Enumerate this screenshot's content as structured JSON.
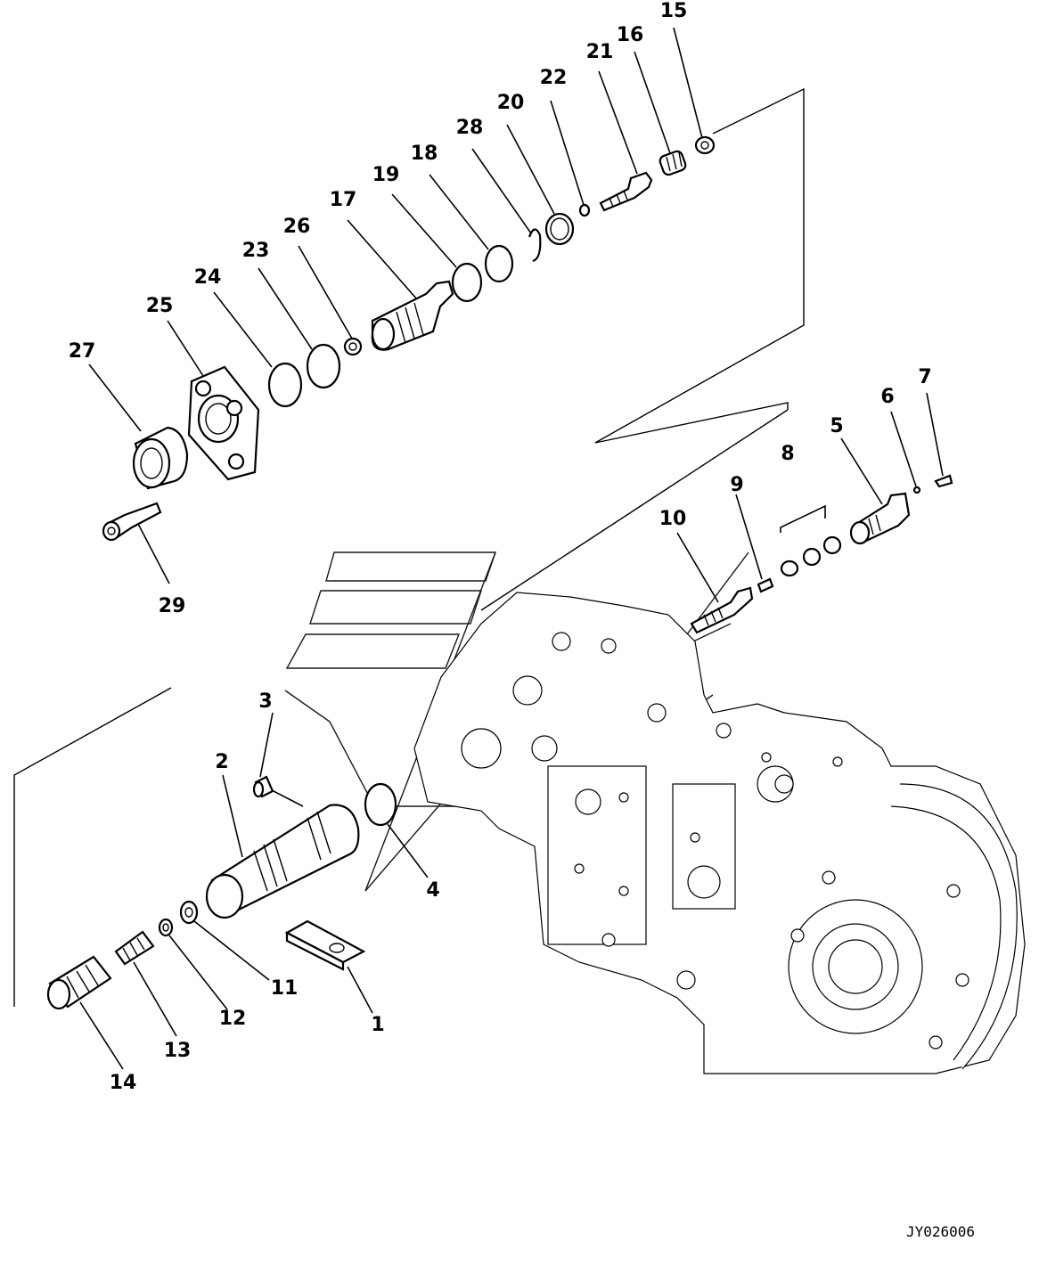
{
  "drawing_code": "JY026006",
  "callouts": [
    {
      "id": "15",
      "label": "15"
    },
    {
      "id": "16",
      "label": "16"
    },
    {
      "id": "21",
      "label": "21"
    },
    {
      "id": "22",
      "label": "22"
    },
    {
      "id": "20",
      "label": "20"
    },
    {
      "id": "28",
      "label": "28"
    },
    {
      "id": "18",
      "label": "18"
    },
    {
      "id": "19",
      "label": "19"
    },
    {
      "id": "17",
      "label": "17"
    },
    {
      "id": "26",
      "label": "26"
    },
    {
      "id": "23",
      "label": "23"
    },
    {
      "id": "24",
      "label": "24"
    },
    {
      "id": "25",
      "label": "25"
    },
    {
      "id": "27",
      "label": "27"
    },
    {
      "id": "29",
      "label": "29"
    },
    {
      "id": "7",
      "label": "7"
    },
    {
      "id": "6",
      "label": "6"
    },
    {
      "id": "5",
      "label": "5"
    },
    {
      "id": "8",
      "label": "8"
    },
    {
      "id": "9",
      "label": "9"
    },
    {
      "id": "10",
      "label": "10"
    },
    {
      "id": "3",
      "label": "3"
    },
    {
      "id": "2",
      "label": "2"
    },
    {
      "id": "4",
      "label": "4"
    },
    {
      "id": "11",
      "label": "11"
    },
    {
      "id": "12",
      "label": "12"
    },
    {
      "id": "13",
      "label": "13"
    },
    {
      "id": "14",
      "label": "14"
    },
    {
      "id": "1",
      "label": "1"
    }
  ]
}
